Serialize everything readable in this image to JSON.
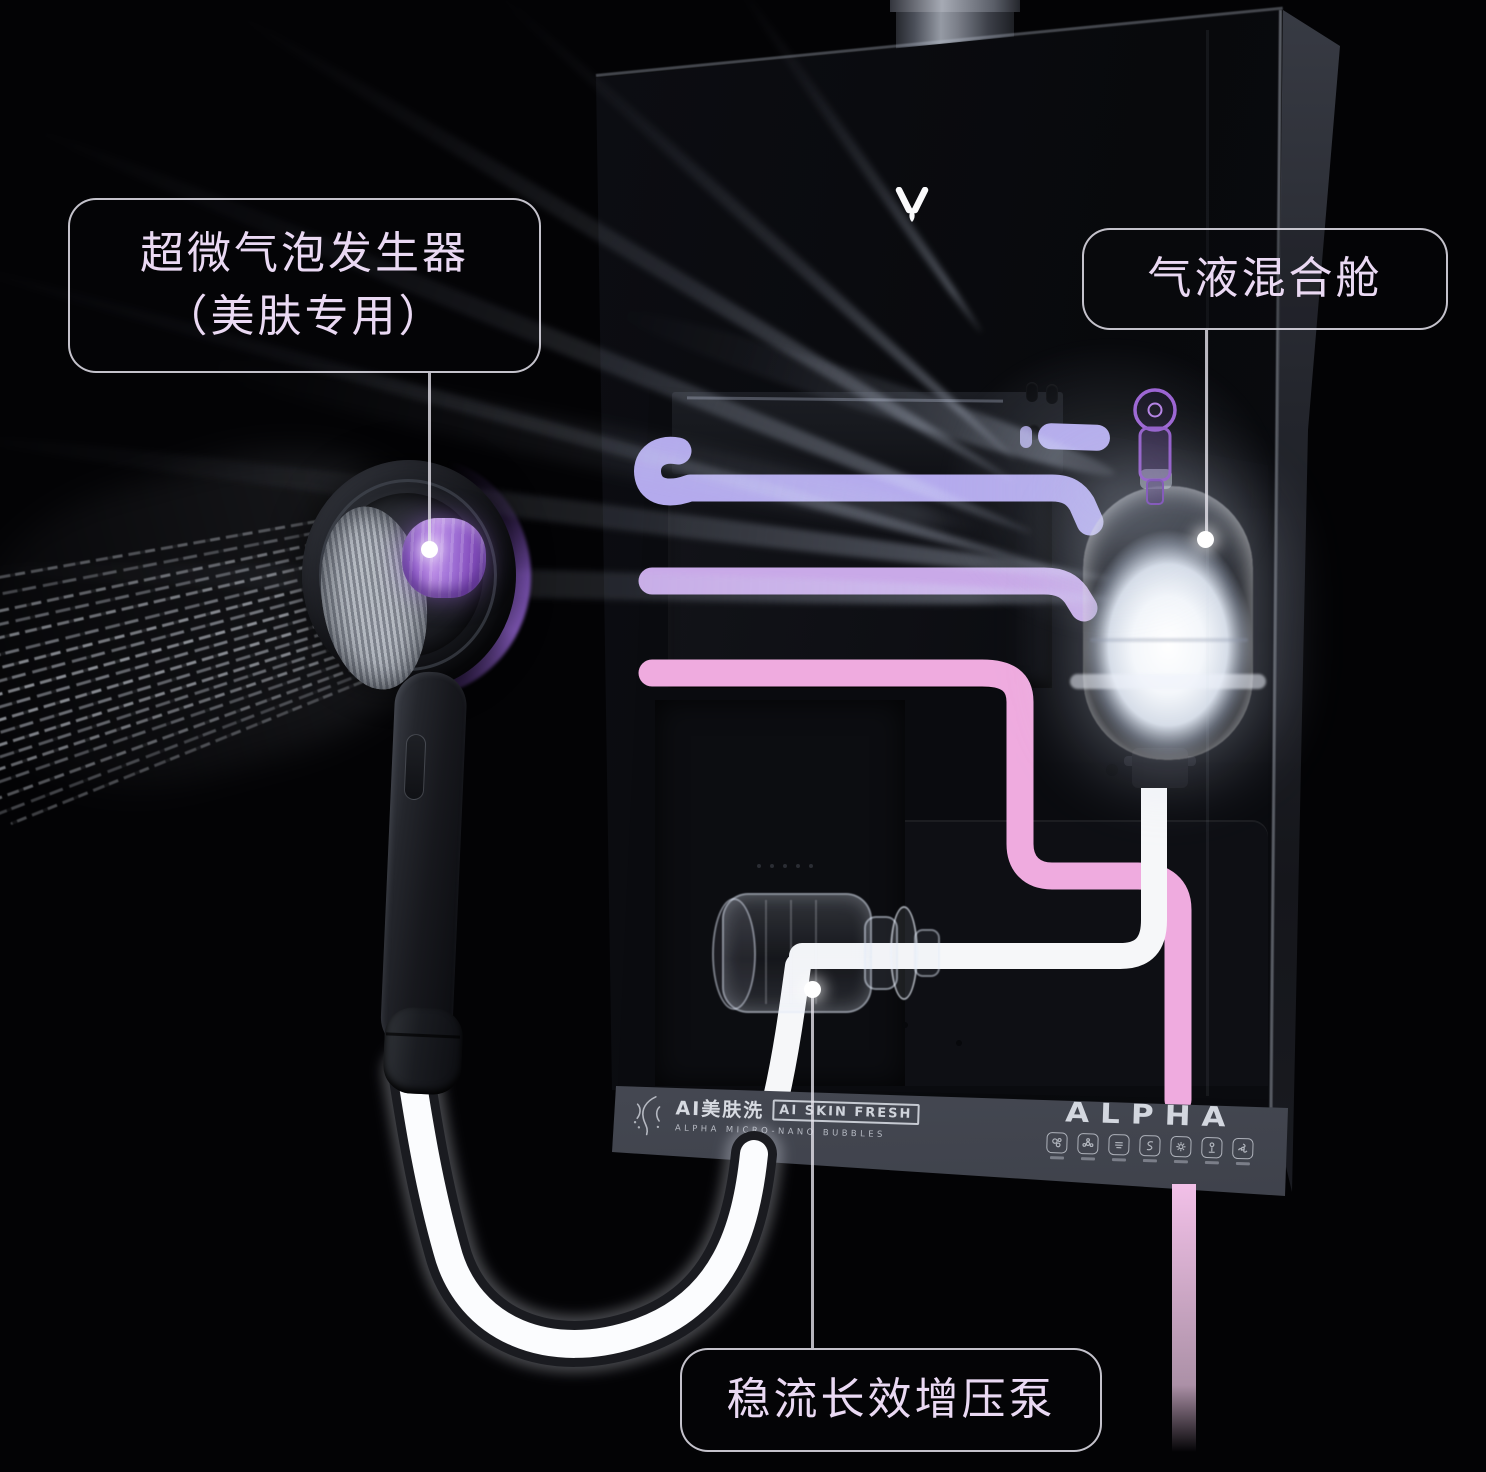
{
  "callouts": {
    "bubble_generator": {
      "line1": "超微气泡发生器",
      "line2": "（美肤专用）"
    },
    "mixing_chamber": {
      "label": "气液混合舱"
    },
    "booster_pump": {
      "label": "稳流长效增压泵"
    }
  },
  "unit": {
    "logo_icon": "viomi-v-logo",
    "bottom_bar": {
      "cn_brand": "AI美肤洗",
      "badge": "AI SKIN FRESH",
      "subtitle": "ALPHA MICRO-NANO BUBBLES",
      "brand": "ALPHA",
      "feature_icons": [
        "micro-bubbles-icon",
        "fan-flower-icon",
        "wash-lines-icon",
        "swirl-water-icon",
        "gear-icon",
        "thermo-person-icon",
        "blower-fan-icon"
      ]
    }
  },
  "colors": {
    "tube_lavender": "#b4aaed",
    "tube_purple": "#c9a9e8",
    "tube_pink": "#efabdf",
    "tube_pink_fade": "#f2c0e8",
    "tube_white": "#f6f7f9",
    "accent_purple": "#9a5fd2",
    "callout_text": "#ead9f3",
    "callout_border": "#d5d2dc",
    "background": "#030305"
  }
}
